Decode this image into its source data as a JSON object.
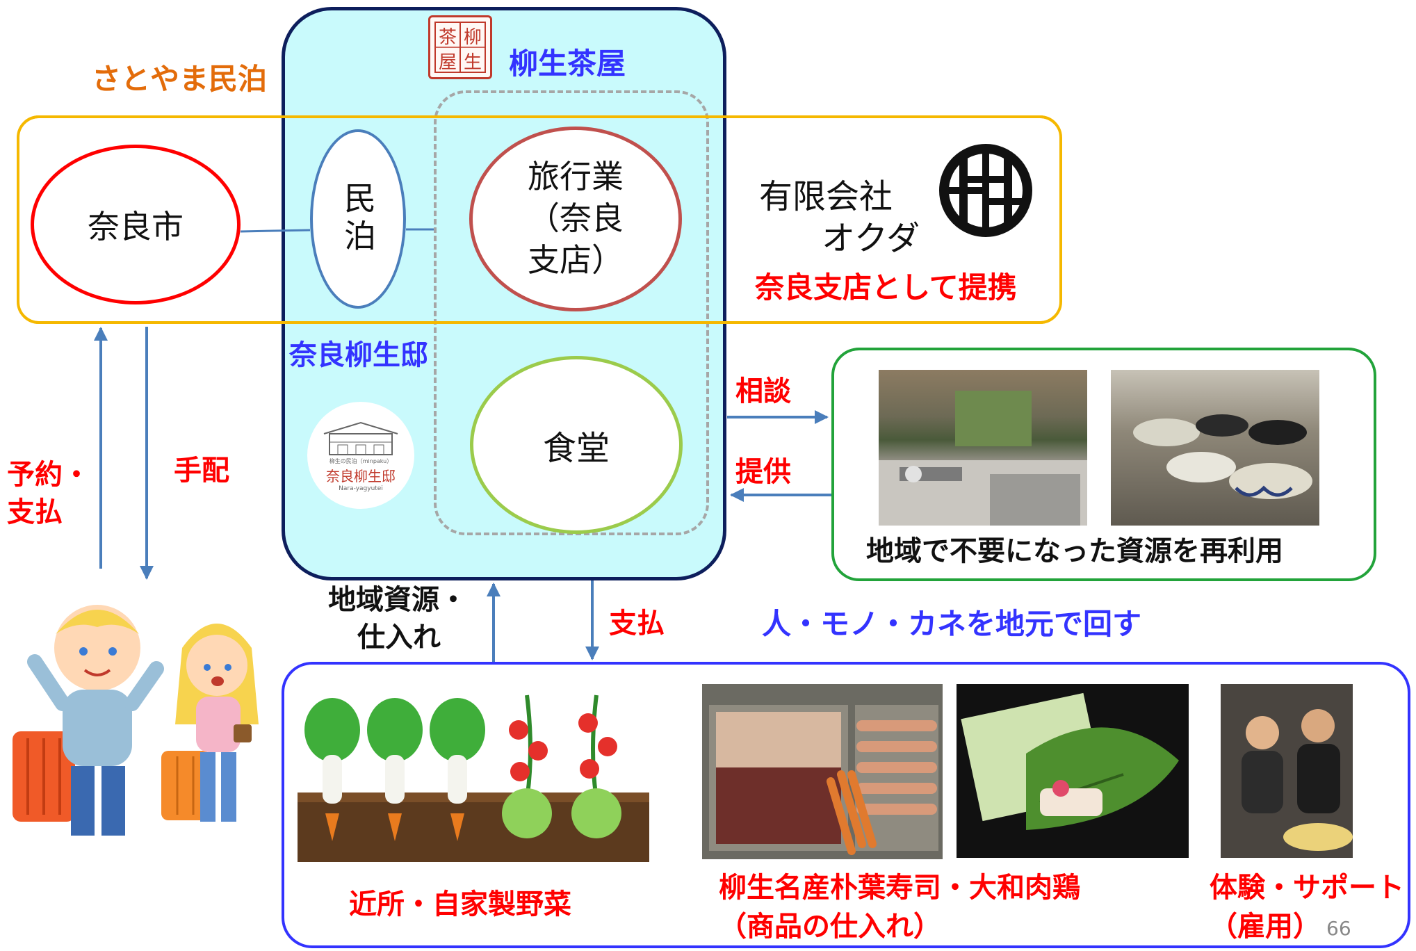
{
  "colors": {
    "orange": "#E36C0A",
    "blue_label": "#3333FF",
    "red_label": "#FF0000",
    "navy": "#0D1E5C",
    "light_cyan": "#C9FAFC",
    "gold": "#F5B800",
    "green": "#22A33A",
    "bright_blue": "#3333FF",
    "arrow_blue": "#4A7EBB"
  },
  "labels": {
    "satoyama": "さとやま民泊",
    "yagyu_chaya": "柳生茶屋",
    "chaya_logo_text": "柳生茶屋",
    "nara_city": "奈良市",
    "minpaku": "民泊",
    "travel_line1": "旅行業",
    "travel_line2": "（奈良",
    "travel_line3": "支店）",
    "okuda_line1": "有限会社",
    "okuda_line2": "オクダ",
    "nara_branch": "奈良支店として提携",
    "nara_yagyutei": "奈良柳生邸",
    "shokudo": "食堂",
    "sodan": "相談",
    "teikyo": "提供",
    "yoyaku_line1": "予約・",
    "yoyaku_line2": "支払",
    "tehai": "手配",
    "chiiki_line1": "地域資源・",
    "chiiki_line2": "仕入れ",
    "shiharai": "支払",
    "circulate": "人・モノ・カネを地元で回す",
    "reuse": "地域で不要になった資源を再利用",
    "vegetables": "近所・自家製野菜",
    "sushi_line1": "柳生名産朴葉寿司・大和肉鶏",
    "sushi_line2": "（商品の仕入れ）",
    "experience_line1": "体験・サポート",
    "experience_line2": "（雇用）",
    "page_number": "66"
  },
  "yagyutei_logo": {
    "small_text": "柳生の民泊（minpaku）",
    "main_text": "奈良柳生邸",
    "roman_text": "Nara-yagyutei"
  },
  "icons": {
    "chaya_seal": "chaya-seal-icon",
    "okuda_logo": "okuda-logo-icon",
    "yagyutei_logo": "yagyutei-house-icon"
  }
}
